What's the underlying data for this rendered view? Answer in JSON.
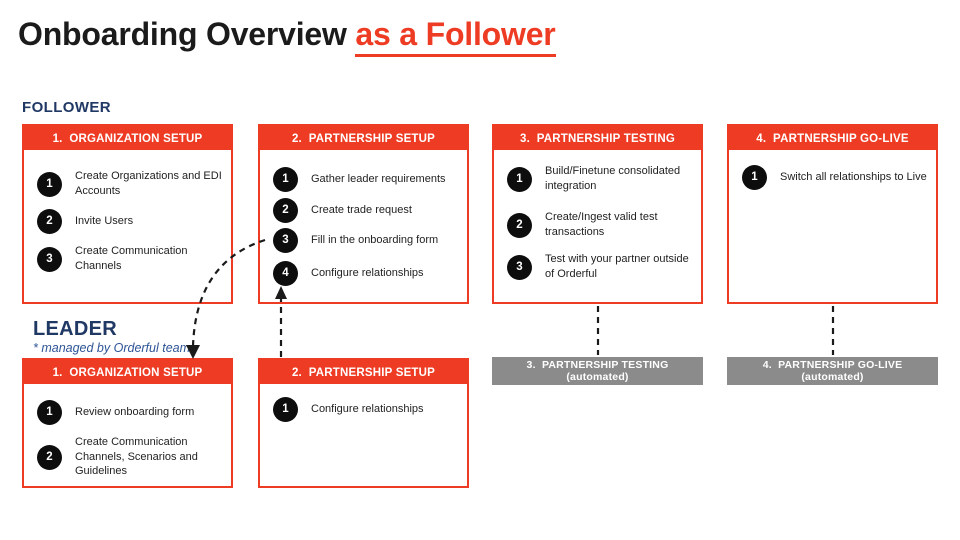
{
  "title": {
    "prefix": "Onboarding Overview ",
    "highlight": "as a Follower"
  },
  "lanes": {
    "follower": {
      "label": "FOLLOWER"
    },
    "leader": {
      "label": "LEADER",
      "note": "* managed by Orderful team"
    }
  },
  "follower_boxes": [
    {
      "header": "1.  ORGANIZATION SETUP",
      "steps": [
        {
          "num": "1",
          "text": "Create Organizations and EDI Accounts"
        },
        {
          "num": "2",
          "text": "Invite Users"
        },
        {
          "num": "3",
          "text": "Create Communication Channels"
        }
      ]
    },
    {
      "header": "2.  PARTNERSHIP SETUP",
      "steps": [
        {
          "num": "1",
          "text": "Gather leader requirements"
        },
        {
          "num": "2",
          "text": "Create trade request"
        },
        {
          "num": "3",
          "text": "Fill in the onboarding form"
        },
        {
          "num": "4",
          "text": "Configure relationships"
        }
      ]
    },
    {
      "header": "3.  PARTNERSHIP TESTING",
      "steps": [
        {
          "num": "1",
          "text": "Build/Finetune consolidated integration"
        },
        {
          "num": "2",
          "text": "Create/Ingest valid test transactions"
        },
        {
          "num": "3",
          "text": "Test with your partner outside of Orderful"
        }
      ]
    },
    {
      "header": "4.  PARTNERSHIP GO-LIVE",
      "steps": [
        {
          "num": "1",
          "text": "Switch all relationships to Live"
        }
      ]
    }
  ],
  "leader_boxes": [
    {
      "header": "1.  ORGANIZATION SETUP",
      "steps": [
        {
          "num": "1",
          "text": "Review onboarding form"
        },
        {
          "num": "2",
          "text": "Create Communication Channels, Scenarios and Guidelines"
        }
      ]
    },
    {
      "header": "2.  PARTNERSHIP SETUP",
      "steps": [
        {
          "num": "1",
          "text": "Configure relationships"
        }
      ]
    }
  ],
  "automated_boxes": [
    {
      "line1": "3.  PARTNERSHIP TESTING",
      "line2": "(automated)"
    },
    {
      "line1": "4.  PARTNERSHIP GO-LIVE",
      "line2": "(automated)"
    }
  ],
  "colors": {
    "accent": "#EE3B23",
    "navy": "#1F3864",
    "note_blue": "#2E5496",
    "automated_gray": "#8B8B8B",
    "step_circle": "#0D0D0D"
  }
}
